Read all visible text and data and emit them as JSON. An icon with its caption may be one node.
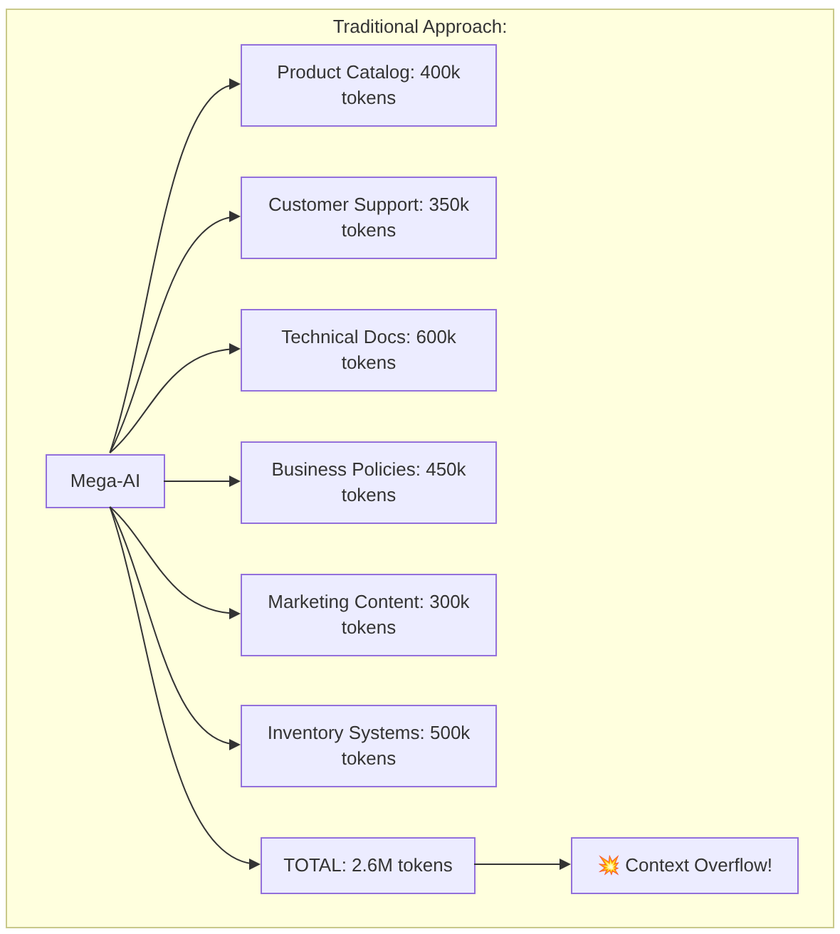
{
  "diagram": {
    "nodes": [
      {
        "text": [
          "Traditional Approach:"
        ]
      },
      {
        "text": [
          "Mega-AI"
        ],
        "in": 0
      },
      {
        "text": [
          "Product Catalog: 400k tokens"
        ],
        "in": 0
      },
      {
        "text": [
          "Customer Support: 350k tokens"
        ],
        "in": 0
      },
      {
        "text": [
          "Technical Docs: 600k tokens"
        ],
        "in": 0
      },
      {
        "text": [
          "Business Policies: 450k tokens"
        ],
        "in": 0
      },
      {
        "text": [
          "Marketing Content: 300k tokens"
        ],
        "in": 0
      },
      {
        "text": [
          "Inventory Systems: 500k tokens"
        ],
        "in": 0
      },
      {
        "text": [
          "TOTAL: 2.6M tokens"
        ],
        "in": 0
      },
      {
        "text": [
          "💥 Context Overflow!"
        ],
        "in": 0
      }
    ],
    "edges": [
      {
        "from": 1,
        "to": 2,
        "arrow": "to"
      },
      {
        "from": 1,
        "to": 3,
        "arrow": "to"
      },
      {
        "from": 1,
        "to": 4,
        "arrow": "to"
      },
      {
        "from": 1,
        "to": 5,
        "arrow": "to"
      },
      {
        "from": 1,
        "to": 6,
        "arrow": "to"
      },
      {
        "from": 1,
        "to": 7,
        "arrow": "to"
      },
      {
        "from": 1,
        "to": 8,
        "arrow": "to"
      },
      {
        "from": 8,
        "to": 9,
        "arrow": "to"
      }
    ]
  }
}
